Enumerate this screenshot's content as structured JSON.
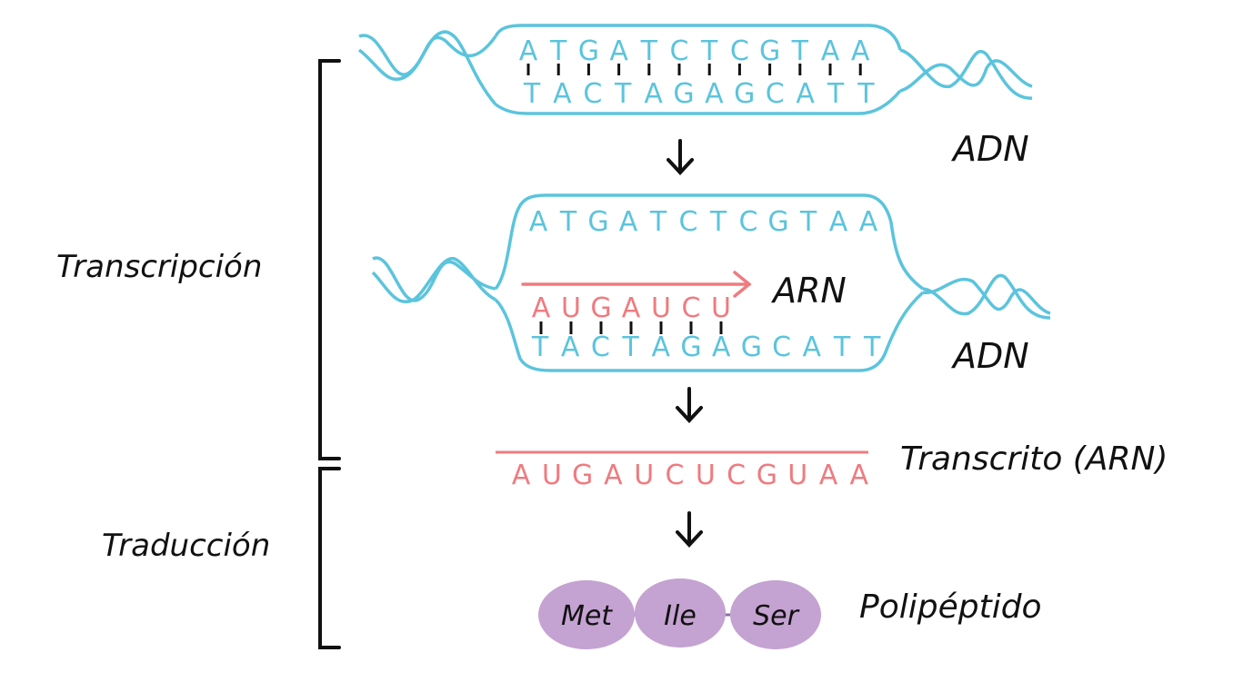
{
  "colors": {
    "dna": "#5bc4dd",
    "rna": "#ef7b80",
    "protein": "#c4a2d1",
    "ink": "#111111",
    "protein_link": "#8d6fa3"
  },
  "labels": {
    "transcription": "Transcripción",
    "translation": "Traducción",
    "dna_top": "ADN",
    "dna_mid": "ADN",
    "rna_arrow": "ARN",
    "transcript": "Transcrito (ARN)",
    "polypeptide": "Polipéptido"
  },
  "dna1": {
    "top_strand": "ATGATCTCGTAA",
    "bottom_strand": "TACTAGAGCATT"
  },
  "dna2": {
    "top_strand": "ATGATCTCGTAA",
    "rna_strand": "AUGAUCU",
    "bottom_strand": "TACTAGAGCATT"
  },
  "transcript": {
    "sequence": "AUGAUCUCGUAA"
  },
  "polypeptide": {
    "residues": [
      "Met",
      "Ile",
      "Ser"
    ]
  }
}
